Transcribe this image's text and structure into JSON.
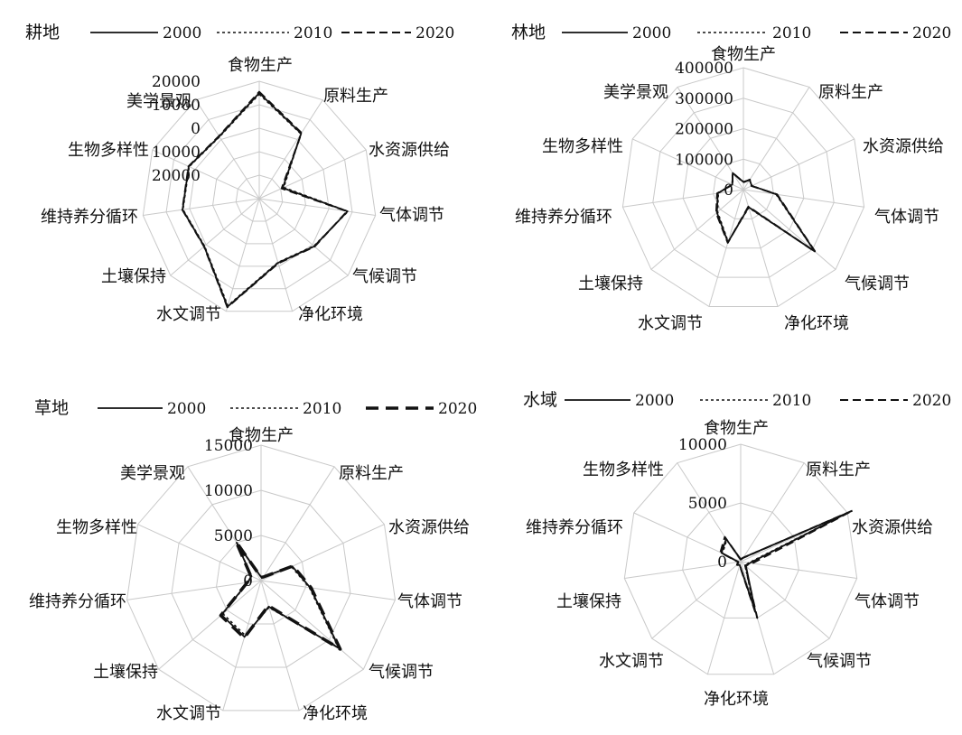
{
  "chart_data": [
    {
      "type": "radar",
      "title": "耕地",
      "series_names": [
        "2000",
        "2010",
        "2020"
      ],
      "axes": [
        "食物生产",
        "原料生产",
        "水资源供给",
        "气体调节",
        "气候调节",
        "净化环境",
        "水文调节",
        "土壤保持",
        "维持养分循环",
        "生物多样性",
        "美学景观"
      ],
      "rlim": [
        -30000,
        20000
      ],
      "ticks": [
        20000,
        10000,
        0,
        -10000,
        -20000
      ],
      "tick_labels": [
        "20000",
        "10000",
        "0",
        "10000",
        "20000"
      ],
      "series": [
        {
          "name": "2000",
          "values": [
            15000,
            3000,
            -19000,
            8000,
            1000,
            -1500,
            18000,
            1000,
            3000,
            3000,
            1500
          ]
        },
        {
          "name": "2010",
          "values": [
            14500,
            2800,
            -18500,
            8200,
            800,
            -1700,
            17500,
            800,
            2800,
            2800,
            1300
          ]
        },
        {
          "name": "2020",
          "values": [
            15500,
            3300,
            -19500,
            7800,
            1200,
            -1300,
            18200,
            1100,
            3100,
            3100,
            1700
          ]
        }
      ]
    },
    {
      "type": "radar",
      "title": "林地",
      "series_names": [
        "2000",
        "2010",
        "2020"
      ],
      "axes": [
        "食物生产",
        "原料生产",
        "水资源供给",
        "气体调节",
        "气候调节",
        "净化环境",
        "水文调节",
        "土壤保持",
        "维持养分循环",
        "生物多样性",
        "美学景观"
      ],
      "rlim": [
        0,
        400000
      ],
      "ticks": [
        400000,
        300000,
        200000,
        100000,
        0
      ],
      "tick_labels": [
        "400000",
        "300000",
        "200000",
        "100000",
        "0"
      ],
      "series": [
        {
          "name": "2000",
          "values": [
            25000,
            38000,
            30000,
            110000,
            310000,
            60000,
            180000,
            115000,
            85000,
            40000,
            65000
          ]
        },
        {
          "name": "2010",
          "values": [
            26000,
            37000,
            31000,
            108000,
            308000,
            62000,
            178000,
            112000,
            83000,
            41000,
            64000
          ]
        },
        {
          "name": "2020",
          "values": [
            24000,
            39000,
            29000,
            112000,
            312000,
            58000,
            182000,
            118000,
            87000,
            39000,
            66000
          ]
        }
      ]
    },
    {
      "type": "radar",
      "title": "草地",
      "series_names": [
        "2000",
        "2010",
        "2020"
      ],
      "axes": [
        "食物生产",
        "原料生产",
        "水资源供给",
        "气体调节",
        "气候调节",
        "净化环境",
        "水文调节",
        "土壤保持",
        "维持养分循环",
        "生物多样性",
        "美学景观"
      ],
      "rlim": [
        0,
        15000
      ],
      "ticks": [
        15000,
        10000,
        5000,
        0
      ],
      "tick_labels": [
        "15000",
        "10000",
        "5000",
        "0"
      ],
      "series": [
        {
          "name": "2000",
          "values": [
            400,
            500,
            3800,
            5500,
            11500,
            3000,
            6500,
            5800,
            1500,
            1200,
            5000
          ]
        },
        {
          "name": "2010",
          "values": [
            420,
            520,
            3700,
            5400,
            11300,
            3100,
            6300,
            5600,
            1450,
            1150,
            4900
          ]
        },
        {
          "name": "2020",
          "values": [
            380,
            480,
            3900,
            5600,
            11600,
            2900,
            6600,
            5900,
            1550,
            1250,
            5100
          ]
        }
      ]
    },
    {
      "type": "radar",
      "title": "水域",
      "series_names": [
        "2000",
        "2010",
        "2020"
      ],
      "axes": [
        "食物生产",
        "原料生产",
        "水资源供给",
        "气体调节",
        "气候调节",
        "净化环境",
        "水文调节",
        "土壤保持",
        "维持养分循环",
        "生物多样性",
        "美学景观"
      ],
      "rlim": [
        0,
        10000
      ],
      "ticks": [
        10000,
        5000,
        0
      ],
      "tick_labels": [
        "10000",
        "5000",
        "0"
      ],
      "series": [
        {
          "name": "2000",
          "values": [
            200,
            400,
            10000,
            800,
            600,
            4400,
            300,
            400,
            200,
            1800,
            2300
          ]
        },
        {
          "name": "2010",
          "values": [
            220,
            420,
            9800,
            700,
            500,
            3800,
            280,
            380,
            180,
            1700,
            2200
          ]
        },
        {
          "name": "2020",
          "values": [
            180,
            380,
            10500,
            1000,
            500,
            5000,
            320,
            420,
            220,
            1900,
            2500
          ]
        }
      ]
    }
  ]
}
